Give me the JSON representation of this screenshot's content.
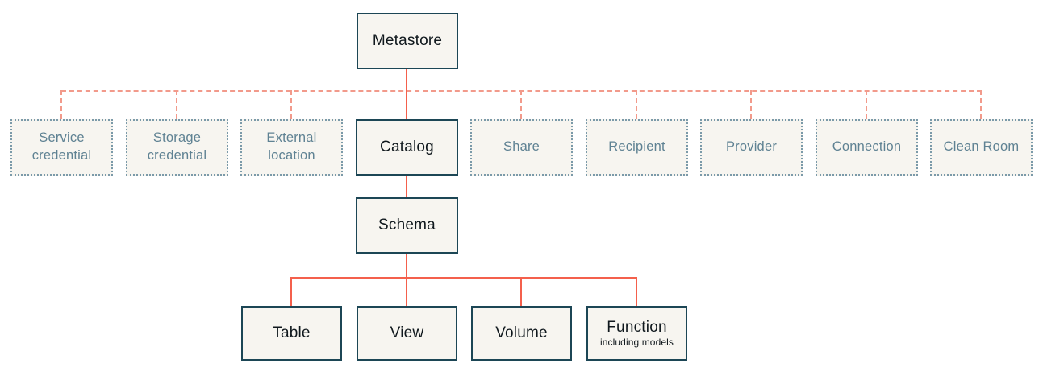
{
  "diagram": {
    "type": "hierarchy",
    "description": "Metastore object model tree with primary hierarchy and dotted securable objects",
    "colors": {
      "box_fill": "#f7f5f0",
      "solid_box_border": "#1c4655",
      "solid_box_text": "#10181d",
      "dotted_box_border": "#7b9aa9",
      "dotted_box_text": "#5f8293",
      "connector_solid": "#f4604c",
      "connector_dashed": "#f29a8b",
      "background": "#ffffff"
    },
    "nodes": {
      "metastore": "Metastore",
      "catalog": "Catalog",
      "schema": "Schema",
      "service_credential": "Service credential",
      "storage_credential": "Storage credential",
      "external_location": "External location",
      "share": "Share",
      "recipient": "Recipient",
      "provider": "Provider",
      "connection": "Connection",
      "clean_room": "Clean Room",
      "table": "Table",
      "view": "View",
      "volume": "Volume",
      "function": "Function",
      "function_note": "including models"
    },
    "edges": {
      "solid": [
        "metastore-catalog",
        "catalog-schema",
        "schema-table",
        "schema-view",
        "schema-volume",
        "schema-function"
      ],
      "dashed": [
        "metastore-service_credential",
        "metastore-storage_credential",
        "metastore-external_location",
        "metastore-share",
        "metastore-recipient",
        "metastore-provider",
        "metastore-connection",
        "metastore-clean_room"
      ]
    }
  }
}
